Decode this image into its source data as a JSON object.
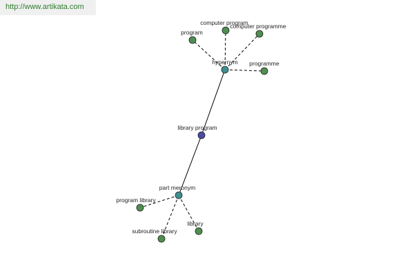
{
  "watermark": "http://www.artikata.com",
  "colors": {
    "center_node": "#4a4aa8",
    "relation_node": "#3f8f8f",
    "term_node": "#4f8f4f",
    "edge": "#000000",
    "watermark_text": "#2f7d2f"
  },
  "graph": {
    "center": "library program",
    "relations": [
      {
        "label": "hypernym",
        "terms": [
          "program",
          "computer program",
          "computer programme",
          "programme"
        ]
      },
      {
        "label": "part meronym",
        "terms": [
          "program library",
          "subroutine library",
          "library"
        ]
      }
    ]
  }
}
